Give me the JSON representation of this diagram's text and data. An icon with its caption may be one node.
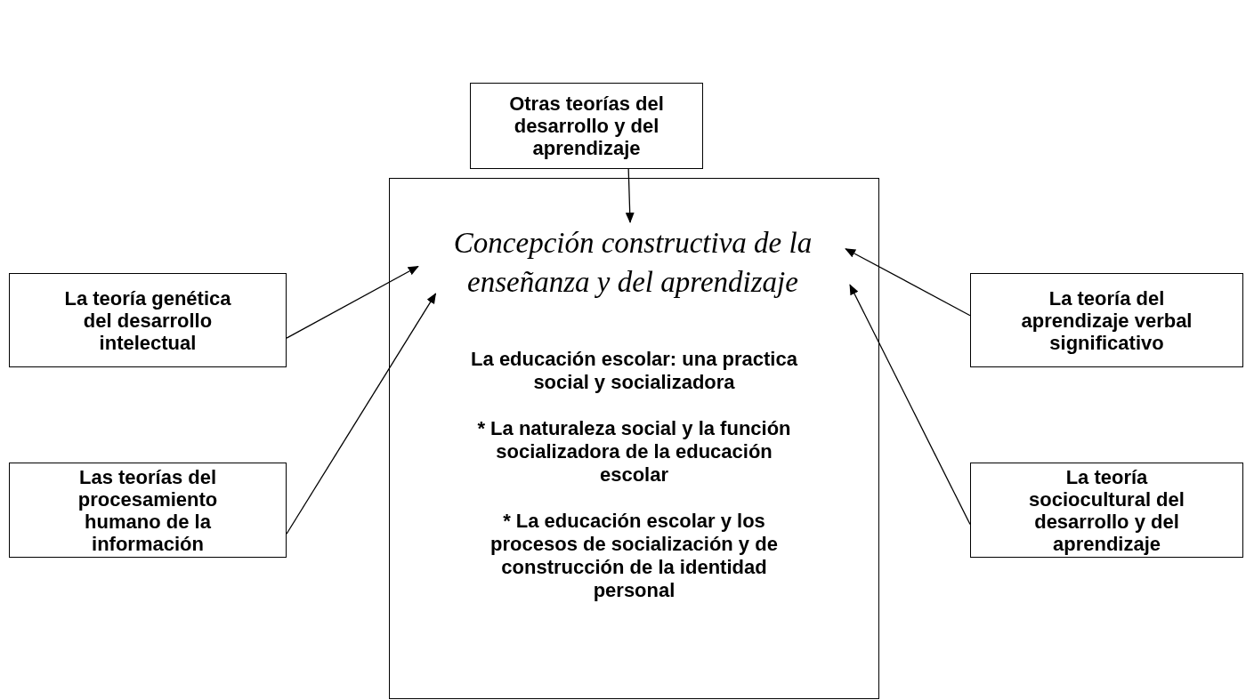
{
  "diagram": {
    "nodes": [
      {
        "text": [
          "Otras teorías del desarrollo y del aprendizaje"
        ]
      },
      {
        "text": [
          "La educación escolar: una practica social y socializadora",
          "* La naturaleza social y la función socializadora de la educación escolar",
          "* La educación escolar y los procesos de socialización y de construcción de la identidad personal"
        ]
      },
      {
        "text": [
          "Concepción constructiva de la enseñanza y del aprendizaje"
        ],
        "in": 1
      },
      {
        "text": [
          "La teoría genética del desarrollo intelectual"
        ]
      },
      {
        "text": [
          "La teoría del aprendizaje verbal significativo"
        ]
      },
      {
        "text": [
          "Las teorías del procesamiento humano de la información"
        ]
      },
      {
        "text": [
          "La teoría sociocultural del desarrollo y del aprendizaje"
        ]
      }
    ],
    "edges": [
      {
        "from": 0,
        "to": 2,
        "arrow": "to"
      },
      {
        "from": 3,
        "to": 2,
        "arrow": "to"
      },
      {
        "from": 5,
        "to": 2,
        "arrow": "to"
      },
      {
        "from": 4,
        "to": 2,
        "arrow": "to"
      },
      {
        "from": 6,
        "to": 2,
        "arrow": "to"
      }
    ]
  }
}
